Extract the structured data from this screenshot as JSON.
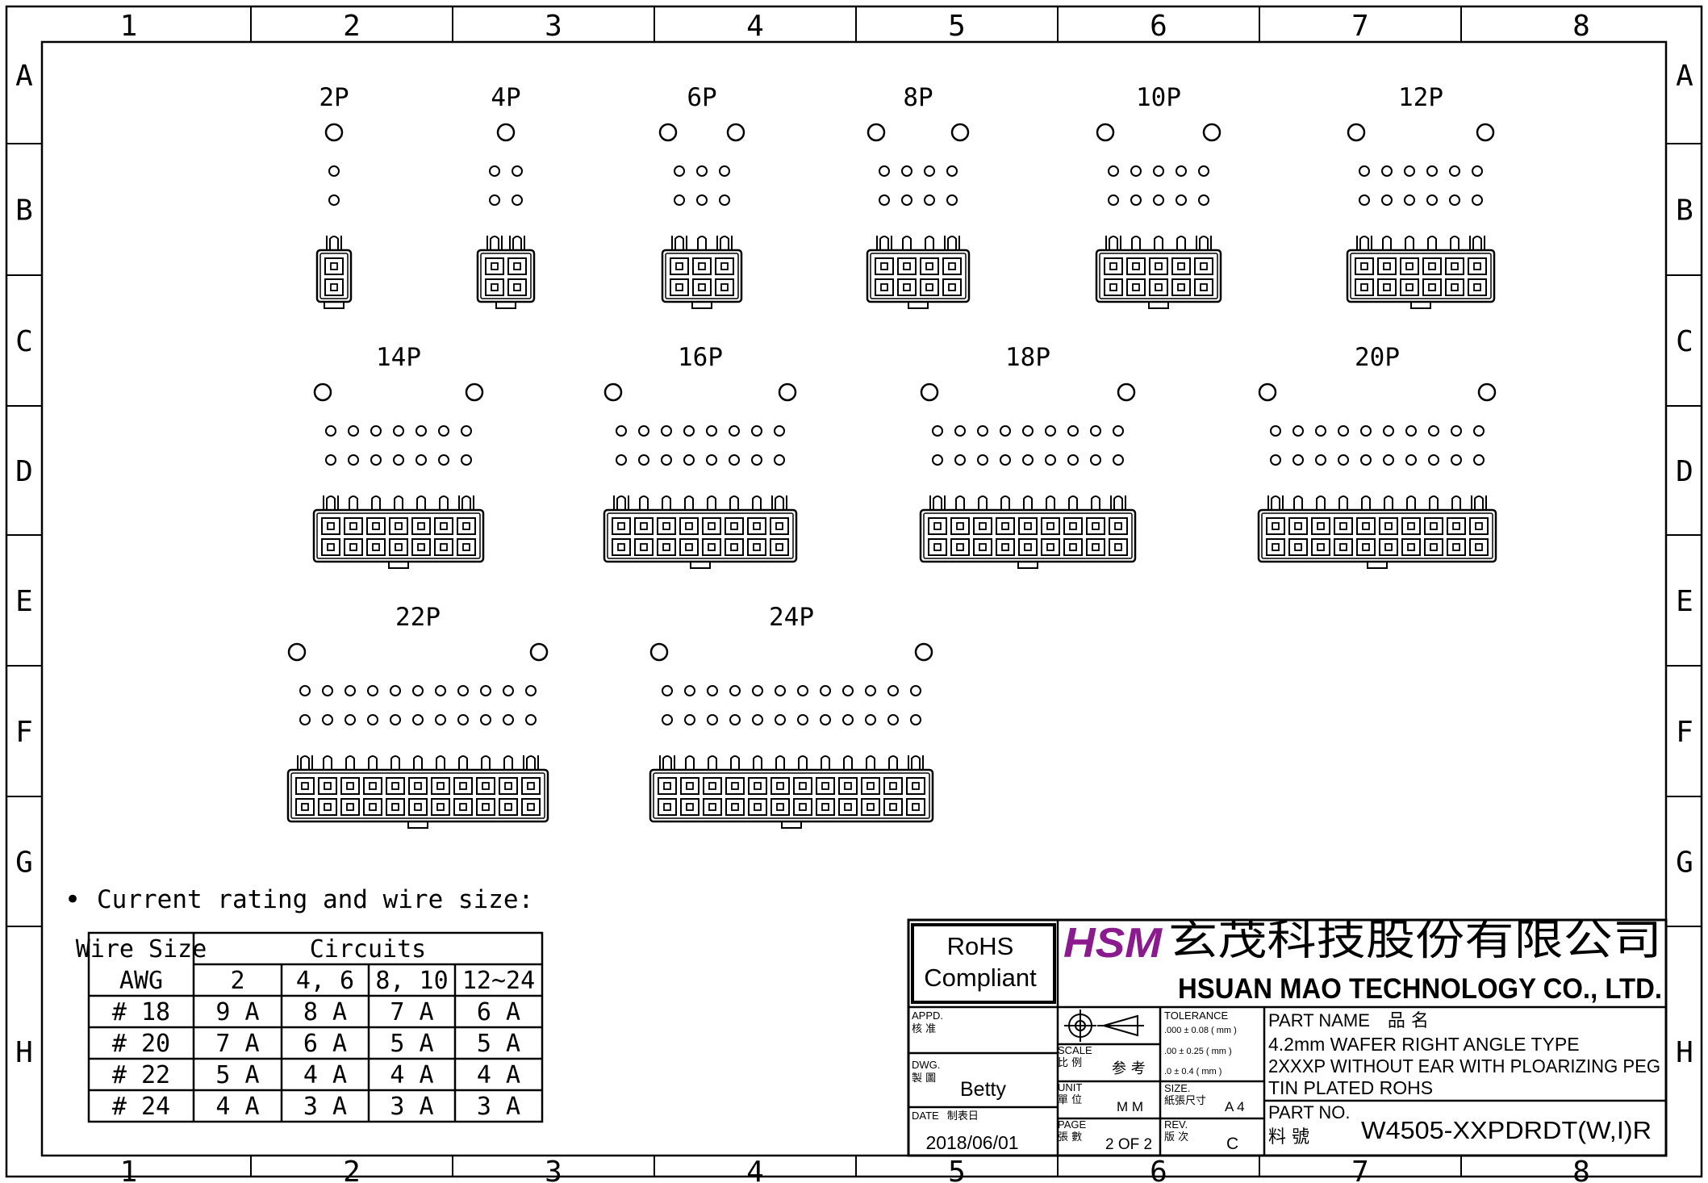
{
  "frame": {
    "columns": [
      "1",
      "2",
      "3",
      "4",
      "5",
      "6",
      "7",
      "8"
    ],
    "rows": [
      "A",
      "B",
      "C",
      "D",
      "E",
      "F",
      "G",
      "H"
    ]
  },
  "connectors": [
    {
      "label": "2P",
      "pins": 2
    },
    {
      "label": "4P",
      "pins": 4
    },
    {
      "label": "6P",
      "pins": 6
    },
    {
      "label": "8P",
      "pins": 8
    },
    {
      "label": "10P",
      "pins": 10
    },
    {
      "label": "12P",
      "pins": 12
    },
    {
      "label": "14P",
      "pins": 14
    },
    {
      "label": "16P",
      "pins": 16
    },
    {
      "label": "18P",
      "pins": 18
    },
    {
      "label": "20P",
      "pins": 20
    },
    {
      "label": "22P",
      "pins": 22
    },
    {
      "label": "24P",
      "pins": 24
    }
  ],
  "rating": {
    "bullet": "•",
    "heading": "Current rating and wire size:",
    "col_wire_size": "Wire Size",
    "col_awg": "AWG",
    "col_circuits": "Circuits",
    "circuit_headers": [
      "2",
      "4, 6",
      "8, 10",
      "12~24"
    ],
    "rows": [
      {
        "awg": "# 18",
        "values": [
          "9 A",
          "8 A",
          "7 A",
          "6 A"
        ]
      },
      {
        "awg": "# 20",
        "values": [
          "7 A",
          "6 A",
          "5 A",
          "5 A"
        ]
      },
      {
        "awg": "# 22",
        "values": [
          "5 A",
          "4 A",
          "4 A",
          "4 A"
        ]
      },
      {
        "awg": "# 24",
        "values": [
          "4 A",
          "3 A",
          "3 A",
          "3 A"
        ]
      }
    ]
  },
  "title_block": {
    "rohs_line1": "RoHS",
    "rohs_line2": "Compliant",
    "logo": "HSM",
    "company_cn": "玄茂科技股份有限公司",
    "company_en": "HSUAN MAO TECHNOLOGY CO., LTD.",
    "appd_label": "APPD.",
    "appd_cn": "核 准",
    "dwg_label": "DWG.",
    "dwg_cn": "製 圖",
    "dwg_value": "Betty",
    "date_label": "DATE",
    "date_cn": "制表日",
    "date_value": "2018/06/01",
    "tolerance_label": "TOLERANCE",
    "tolerance_lines": [
      ".000 ± 0.08 ( mm )",
      ".00  ± 0.25 ( mm )",
      ".0   ± 0.4  ( mm )"
    ],
    "scale_label": "SCALE",
    "scale_cn": "比 例",
    "scale_value": "参 考",
    "size_label": "SIZE.",
    "size_cn": "紙張尺寸",
    "size_value": "A 4",
    "unit_label": "UNIT",
    "unit_cn": "單 位",
    "unit_value": "M M",
    "rev_label": "REV.",
    "rev_cn": "版 次",
    "rev_value": "C",
    "page_label": "PAGE",
    "page_cn": "張 數",
    "page_value": "2 OF 2",
    "part_name_label": "PART NAME",
    "part_name_cn": "品  名",
    "part_name_lines": [
      "4.2mm WAFER RIGHT ANGLE TYPE",
      "2XXXP WITHOUT EAR WITH PLOARIZING PEG",
      "TIN PLATED ROHS"
    ],
    "part_no_label": "PART NO.",
    "part_no_cn": "料  號",
    "part_no_value": "W4505-XXPDRDT(W,I)R"
  },
  "colors": {
    "ink": "#000000",
    "logo": "#8a1a8e"
  }
}
